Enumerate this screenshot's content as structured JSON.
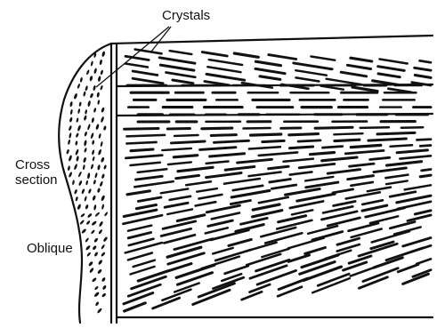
{
  "labels": {
    "crystals": "Crystals",
    "cross_line1": "Cross",
    "cross_line2": "section",
    "oblique": "Oblique"
  },
  "colors": {
    "ink": "#111111",
    "background": "#ffffff"
  }
}
